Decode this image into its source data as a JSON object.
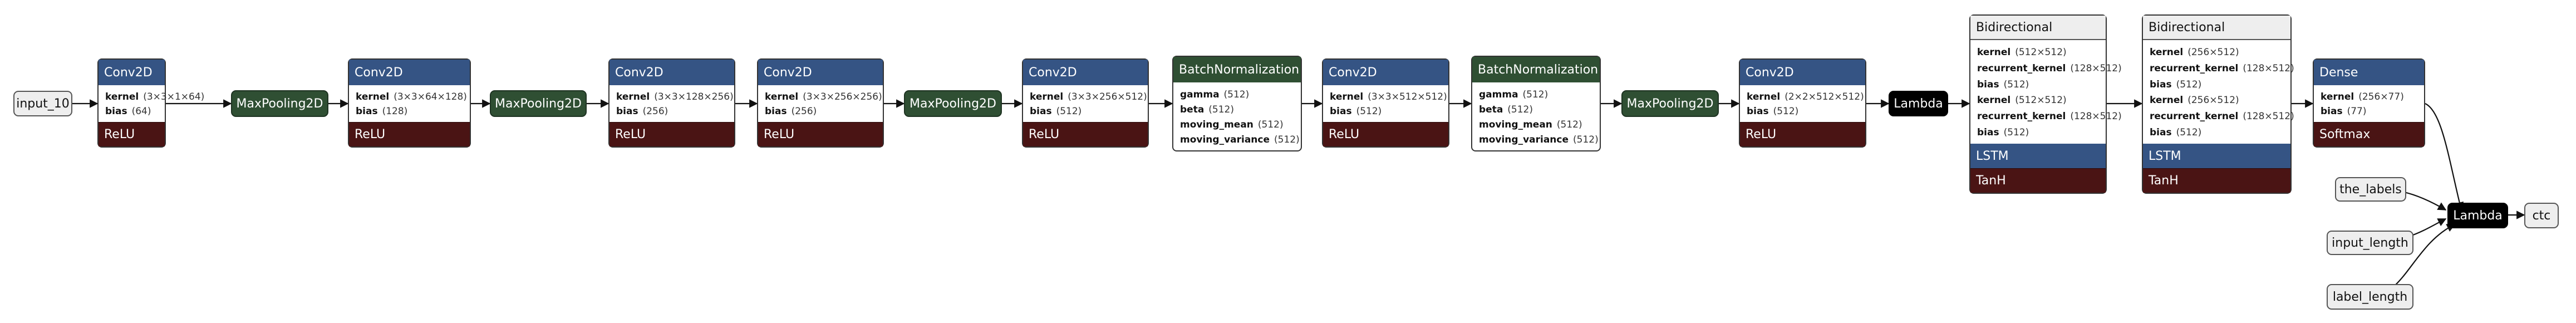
{
  "inputs": {
    "input_10": "input_10",
    "the_labels": "the_labels",
    "input_length": "input_length",
    "label_length": "label_length"
  },
  "conv1": {
    "title": "Conv2D",
    "kernel_name": "kernel",
    "kernel_shape": "(3×3×1×64)",
    "bias_name": "bias",
    "bias_shape": "(64)",
    "activation": "ReLU"
  },
  "pool1": "MaxPooling2D",
  "conv2": {
    "title": "Conv2D",
    "kernel_name": "kernel",
    "kernel_shape": "(3×3×64×128)",
    "bias_name": "bias",
    "bias_shape": "(128)",
    "activation": "ReLU"
  },
  "pool2": "MaxPooling2D",
  "conv3": {
    "title": "Conv2D",
    "kernel_name": "kernel",
    "kernel_shape": "(3×3×128×256)",
    "bias_name": "bias",
    "bias_shape": "(256)",
    "activation": "ReLU"
  },
  "conv4": {
    "title": "Conv2D",
    "kernel_name": "kernel",
    "kernel_shape": "(3×3×256×256)",
    "bias_name": "bias",
    "bias_shape": "(256)",
    "activation": "ReLU"
  },
  "pool3": "MaxPooling2D",
  "conv5": {
    "title": "Conv2D",
    "kernel_name": "kernel",
    "kernel_shape": "(3×3×256×512)",
    "bias_name": "bias",
    "bias_shape": "(512)",
    "activation": "ReLU"
  },
  "bn1": {
    "title": "BatchNormalization",
    "gamma_name": "gamma",
    "gamma_shape": "(512)",
    "beta_name": "beta",
    "beta_shape": "(512)",
    "mm_name": "moving_mean",
    "mm_shape": "(512)",
    "mv_name": "moving_variance",
    "mv_shape": "(512)"
  },
  "conv6": {
    "title": "Conv2D",
    "kernel_name": "kernel",
    "kernel_shape": "(3×3×512×512)",
    "bias_name": "bias",
    "bias_shape": "(512)",
    "activation": "ReLU"
  },
  "bn2": {
    "title": "BatchNormalization",
    "gamma_name": "gamma",
    "gamma_shape": "(512)",
    "beta_name": "beta",
    "beta_shape": "(512)",
    "mm_name": "moving_mean",
    "mm_shape": "(512)",
    "mv_name": "moving_variance",
    "mv_shape": "(512)"
  },
  "pool4": "MaxPooling2D",
  "conv7": {
    "title": "Conv2D",
    "kernel_name": "kernel",
    "kernel_shape": "(2×2×512×512)",
    "bias_name": "bias",
    "bias_shape": "(512)",
    "activation": "ReLU"
  },
  "lambda1": "Lambda",
  "bi1": {
    "title": "Bidirectional",
    "p1_name": "kernel",
    "p1_shape": "(512×512)",
    "p2_name": "recurrent_kernel",
    "p2_shape": "(128×512)",
    "p3_name": "bias",
    "p3_shape": "(512)",
    "p4_name": "kernel",
    "p4_shape": "(512×512)",
    "p5_name": "recurrent_kernel",
    "p5_shape": "(128×512)",
    "p6_name": "bias",
    "p6_shape": "(512)",
    "layer": "LSTM",
    "activation": "TanH"
  },
  "bi2": {
    "title": "Bidirectional",
    "p1_name": "kernel",
    "p1_shape": "(256×512)",
    "p2_name": "recurrent_kernel",
    "p2_shape": "(128×512)",
    "p3_name": "bias",
    "p3_shape": "(512)",
    "p4_name": "kernel",
    "p4_shape": "(256×512)",
    "p5_name": "recurrent_kernel",
    "p5_shape": "(128×512)",
    "p6_name": "bias",
    "p6_shape": "(512)",
    "layer": "LSTM",
    "activation": "TanH"
  },
  "dense": {
    "title": "Dense",
    "kernel_name": "kernel",
    "kernel_shape": "(256×77)",
    "bias_name": "bias",
    "bias_shape": "(77)",
    "activation": "Softmax"
  },
  "lambda2": "Lambda",
  "ctc": "ctc",
  "colors": {
    "conv_header": "#355484",
    "activation": "#4a1414",
    "pooling": "#2f4f33",
    "lambda": "#000000",
    "io": "#eeeeee"
  }
}
